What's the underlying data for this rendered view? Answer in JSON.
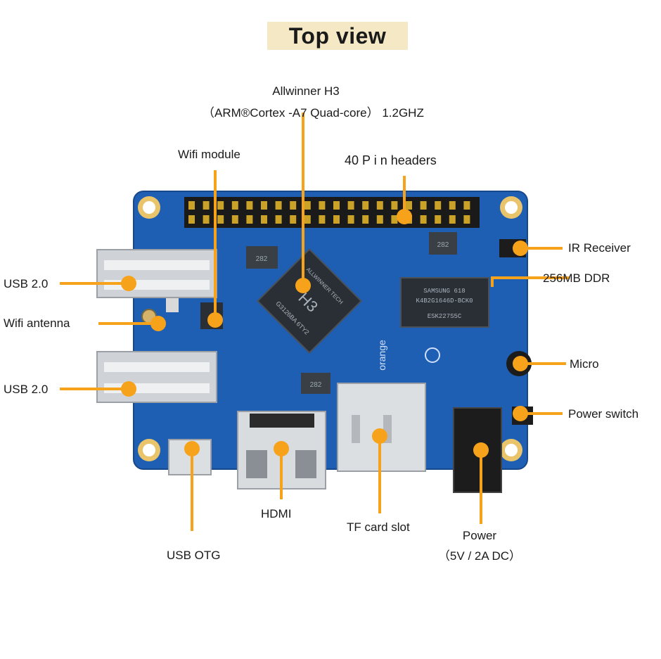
{
  "title": "Top view",
  "labels": {
    "soc_line1": "Allwinner H3",
    "soc_line2": "（ARM®Cortex   -A7 Quad-core） 1.2GHZ",
    "wifi_module": "Wifi module",
    "pin_headers": "40 P i n headers",
    "ir_receiver": "IR Receiver",
    "ddr": "256MB DDR",
    "usb1": "USB 2.0",
    "wifi_antenna": "Wifi antenna",
    "usb2": "USB 2.0",
    "micro": "Micro",
    "power_switch": "Power switch",
    "usb_otg": "USB OTG",
    "hdmi": "HDMI",
    "tf_slot": "TF card slot",
    "power_line1": "Power",
    "power_line2": "（5V / 2A DC）"
  },
  "chip_text": {
    "soc_mark": "H3",
    "soc_brand": "ALLWINNER TECH",
    "soc_code": "G3126BA 6TY2",
    "ram_line1": "SAMSUNG   618",
    "ram_line2": "K4B2G1646D-BCK0",
    "ram_line3": "ESK227S5C",
    "ic1": "282",
    "ic2": "282",
    "ic3": "282",
    "brand": "orange"
  },
  "colors": {
    "board": "#1f5fb3",
    "board_dark": "#17488c",
    "leader": "#f7a21b",
    "title_bg": "#f4e9c4"
  }
}
